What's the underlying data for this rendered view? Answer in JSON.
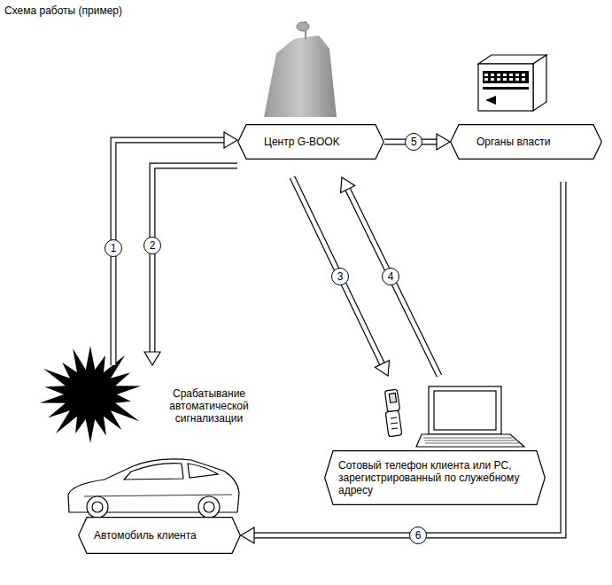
{
  "diagram": {
    "title": "Схема работы (пример)",
    "nodes": [
      {
        "text": [
          "Центр G-BOOK"
        ]
      },
      {
        "text": [
          "Органы власти"
        ]
      },
      {
        "text": [
          "Сотовый телефон клиента или PC, зарегистрированный по служебному адресу"
        ]
      },
      {
        "text": [
          "Автомобиль клиента"
        ]
      }
    ],
    "edges": [
      {
        "from": 3,
        "to": 0,
        "arrow": "to",
        "label": "1"
      },
      {
        "from": 0,
        "to": 3,
        "arrow": "to",
        "label": "2"
      },
      {
        "from": 0,
        "to": 2,
        "arrow": "to",
        "label": "3"
      },
      {
        "from": 2,
        "to": 0,
        "arrow": "to",
        "label": "4"
      },
      {
        "from": 0,
        "to": 1,
        "arrow": "to",
        "label": "5"
      },
      {
        "from": 1,
        "to": 3,
        "arrow": "to",
        "label": "6"
      }
    ],
    "labels": [
      "Срабатывание автоматической сигнализации"
    ]
  }
}
